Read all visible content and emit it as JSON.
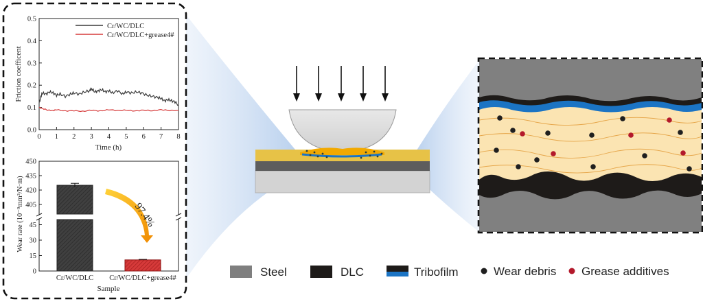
{
  "chart_data": [
    {
      "type": "line",
      "xlabel": "Time (h)",
      "ylabel": "Friction coefficent",
      "xlim": [
        0,
        8
      ],
      "ylim": [
        0,
        0.5
      ],
      "xticks": [
        "0",
        "1",
        "2",
        "3",
        "4",
        "5",
        "6",
        "7",
        "8"
      ],
      "yticks": [
        "0.0",
        "0.1",
        "0.2",
        "0.3",
        "0.4",
        "0.5"
      ],
      "legend": "top-left",
      "series": [
        {
          "name": "Cr/WC/DLC",
          "color": "#3a3a3a",
          "x": [
            0,
            0.1,
            0.2,
            0.4,
            0.6,
            0.8,
            1.0,
            1.2,
            1.5,
            1.8,
            2.0,
            2.3,
            2.6,
            2.9,
            3.0,
            3.2,
            3.4,
            3.6,
            3.8,
            4.0,
            4.2,
            4.5,
            4.8,
            5.0,
            5.3,
            5.6,
            5.9,
            6.2,
            6.5,
            6.8,
            7.0,
            7.2,
            7.4,
            7.6,
            7.8,
            8.0
          ],
          "y": [
            0.12,
            0.15,
            0.165,
            0.16,
            0.17,
            0.165,
            0.155,
            0.16,
            0.15,
            0.16,
            0.165,
            0.16,
            0.17,
            0.175,
            0.185,
            0.17,
            0.175,
            0.18,
            0.17,
            0.175,
            0.165,
            0.175,
            0.16,
            0.17,
            0.165,
            0.17,
            0.165,
            0.155,
            0.15,
            0.145,
            0.14,
            0.13,
            0.135,
            0.13,
            0.125,
            0.11
          ]
        },
        {
          "name": "Cr/WC/DLC+grease4#",
          "color": "#d63a3a",
          "x": [
            0,
            0.2,
            0.5,
            0.8,
            1.0,
            1.5,
            2.0,
            2.5,
            3.0,
            3.5,
            4.0,
            4.5,
            5.0,
            5.5,
            6.0,
            6.5,
            7.0,
            7.5,
            8.0
          ],
          "y": [
            0.1,
            0.095,
            0.088,
            0.086,
            0.09,
            0.084,
            0.086,
            0.082,
            0.088,
            0.084,
            0.09,
            0.086,
            0.088,
            0.084,
            0.088,
            0.085,
            0.09,
            0.086,
            0.087
          ]
        }
      ]
    },
    {
      "type": "bar",
      "xlabel": "Sample",
      "ylabel": "Wear rate (10⁻⁹mm³/N·m)",
      "categories": [
        "Cr/WC/DLC",
        "Cr/WC/DLC+grease4#"
      ],
      "values": [
        425,
        10.8
      ],
      "errors": [
        2,
        0.5
      ],
      "colors": [
        "#3f3f3f",
        "#d63a3a"
      ],
      "axis_break": {
        "lower": [
          0,
          50
        ],
        "upper": [
          395,
          450
        ]
      },
      "yticks_lower": [
        "0",
        "15",
        "30",
        "45"
      ],
      "yticks_upper": [
        "405",
        "420",
        "435",
        "450"
      ],
      "annotation": "97.4%"
    }
  ],
  "diagram": {
    "legend": [
      {
        "label": "Steel",
        "color": "#7f7f7f",
        "kind": "box"
      },
      {
        "label": "DLC",
        "color": "#1e1b19",
        "kind": "box"
      },
      {
        "label": "Tribofilm",
        "color": "#1b74c4",
        "kind": "tribofilm"
      },
      {
        "label": "Wear debris",
        "color": "#1f1f1f",
        "kind": "dot"
      },
      {
        "label": "Grease additives",
        "color": "#b3192b",
        "kind": "dot"
      }
    ]
  }
}
